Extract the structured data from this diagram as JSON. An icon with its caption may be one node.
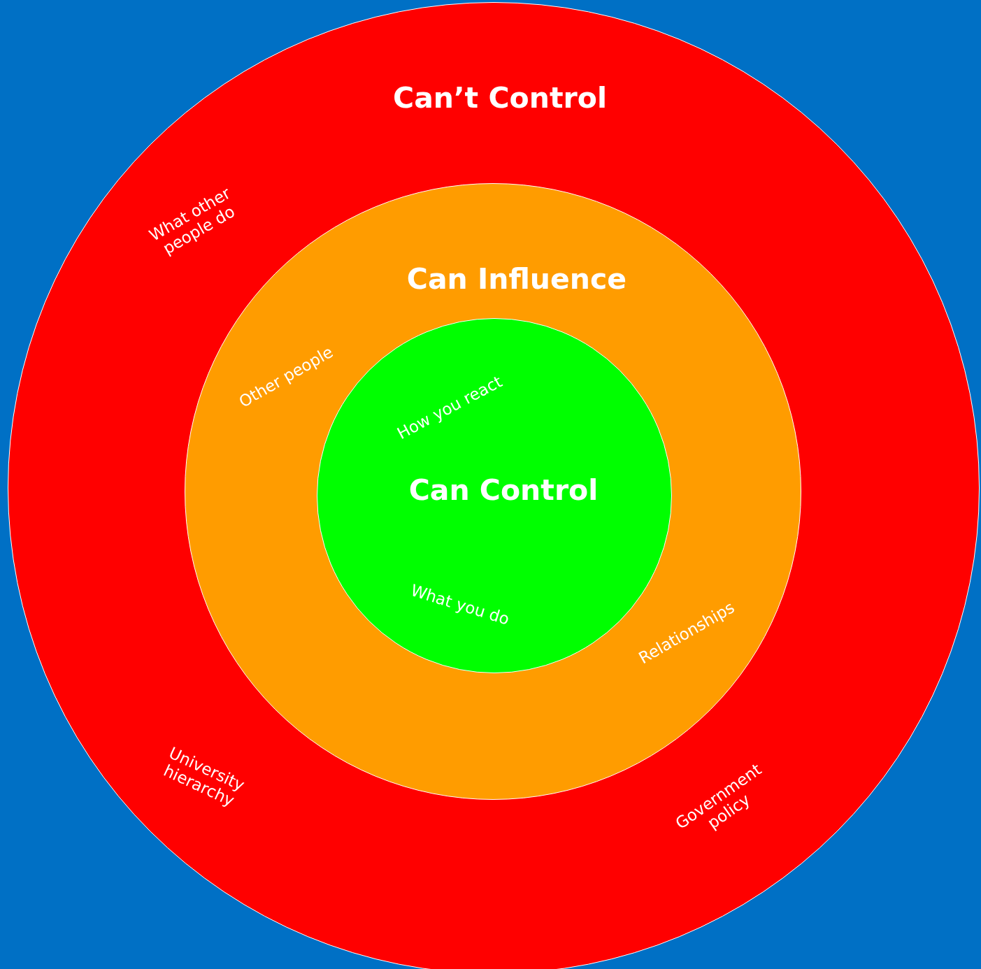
{
  "diagram": {
    "nodes": [
      {
        "text": [
          "Can’t Control"
        ]
      },
      {
        "text": [
          "Can Influence",
          "Other people",
          "Relationships"
        ],
        "in": 0
      },
      {
        "text": [
          "Can Control",
          "How you react",
          "What you do"
        ],
        "in": 1
      }
    ],
    "labels": [
      "What other people do",
      "University hierarchy",
      "Government policy"
    ]
  }
}
